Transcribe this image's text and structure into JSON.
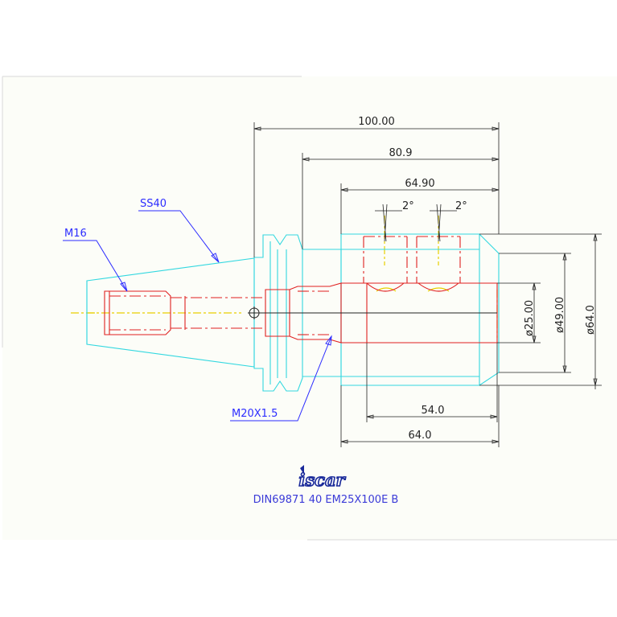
{
  "dimensions": {
    "overall_length": "100.00",
    "flange_to_end": "80.9",
    "body_length": "64.90",
    "angle_left": "2°",
    "angle_right": "2°",
    "bore_diameter": "ø25.00",
    "shoulder_diameter": "ø49.00",
    "body_diameter": "ø64.0",
    "clamp_length": "54.0",
    "body_length_bottom": "64.0"
  },
  "callouts": {
    "taper": "SS40",
    "pull_stud_thread": "M16",
    "side_thread": "M20X1.5"
  },
  "title_block": {
    "logo": "iscar",
    "designation": "DIN69871  40  EM25X100E  B"
  },
  "colors": {
    "outline": "#33d8e0",
    "hidden_lines": "#e02020",
    "centerline": "#e8d000",
    "callout": "#2c2cff",
    "dimension": "#222222"
  }
}
